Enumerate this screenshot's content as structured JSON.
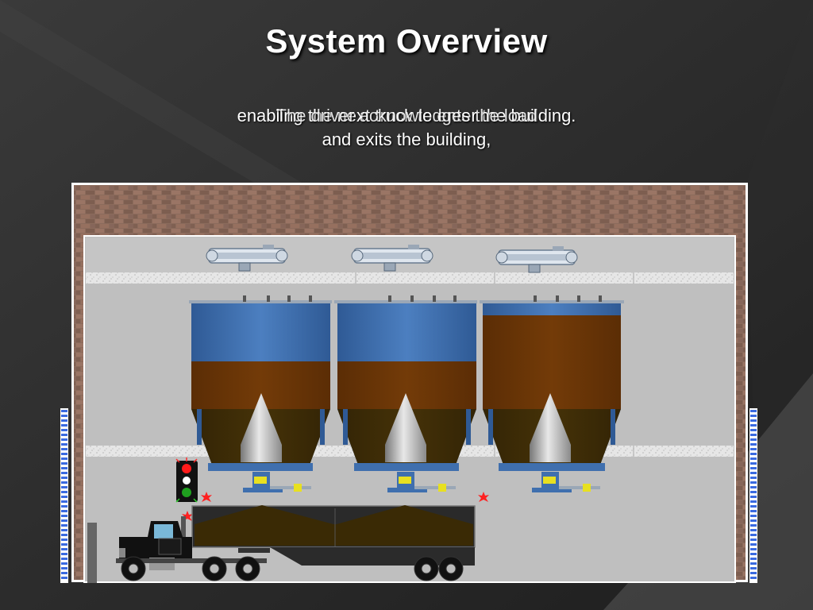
{
  "slide": {
    "title": "System Overview",
    "captions": [
      "enabling the next truck to enter the building.",
      "The driver acknowledges the load",
      "and exits the building,"
    ]
  },
  "colors": {
    "background": "#2b2b2b",
    "brick": "#8a6a5a",
    "silo_blue": "#3f6fae",
    "material_brown": "#6a3505",
    "material_dark": "#3a2a05",
    "truck_cab": "#111111",
    "trailer": "#2a2a2a",
    "light_red": "#ff0000",
    "light_green": "#1fa01f",
    "sensor_red": "#ff2020",
    "indicator_blue": "#3a6ae0"
  },
  "silos": [
    {
      "id": "silo-1",
      "fill_fraction": 0.62
    },
    {
      "id": "silo-2",
      "fill_fraction": 0.62
    },
    {
      "id": "silo-3",
      "fill_fraction": 0.92
    }
  ],
  "traffic_light": {
    "red": "on",
    "yellow": "white",
    "green": "on"
  },
  "icons": [
    "conveyor-feeder-icon",
    "traffic-light-icon",
    "sensor-alert-icon",
    "truck-cab-icon",
    "level-indicator-icon"
  ]
}
